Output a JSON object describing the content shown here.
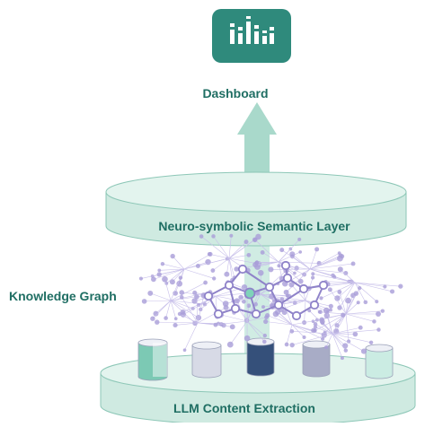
{
  "diagram": {
    "dashboard": {
      "label": "Dashboard",
      "icon": "bar-chart-monitor-icon"
    },
    "semantic_layer": {
      "label": "Neuro-symbolic Semantic Layer"
    },
    "knowledge_graph": {
      "label": "Knowledge Graph"
    },
    "extraction_layer": {
      "label": "LLM Content Extraction"
    },
    "data_sources": [
      {
        "name": "source-1",
        "color": "#7cc9b4"
      },
      {
        "name": "source-2",
        "color": "#d7dae6"
      },
      {
        "name": "source-3",
        "color": "#35507a"
      },
      {
        "name": "source-4",
        "color": "#a8acc6"
      },
      {
        "name": "source-5",
        "color": "#cbece3"
      }
    ]
  },
  "colors": {
    "accent": "#1f6e63",
    "disc_fill": "#d9efe8",
    "disc_stroke": "#8dc7b7",
    "arrow": "#a9d9cb",
    "graph_node": "#a99ed8",
    "graph_core": "#8f83c9"
  }
}
